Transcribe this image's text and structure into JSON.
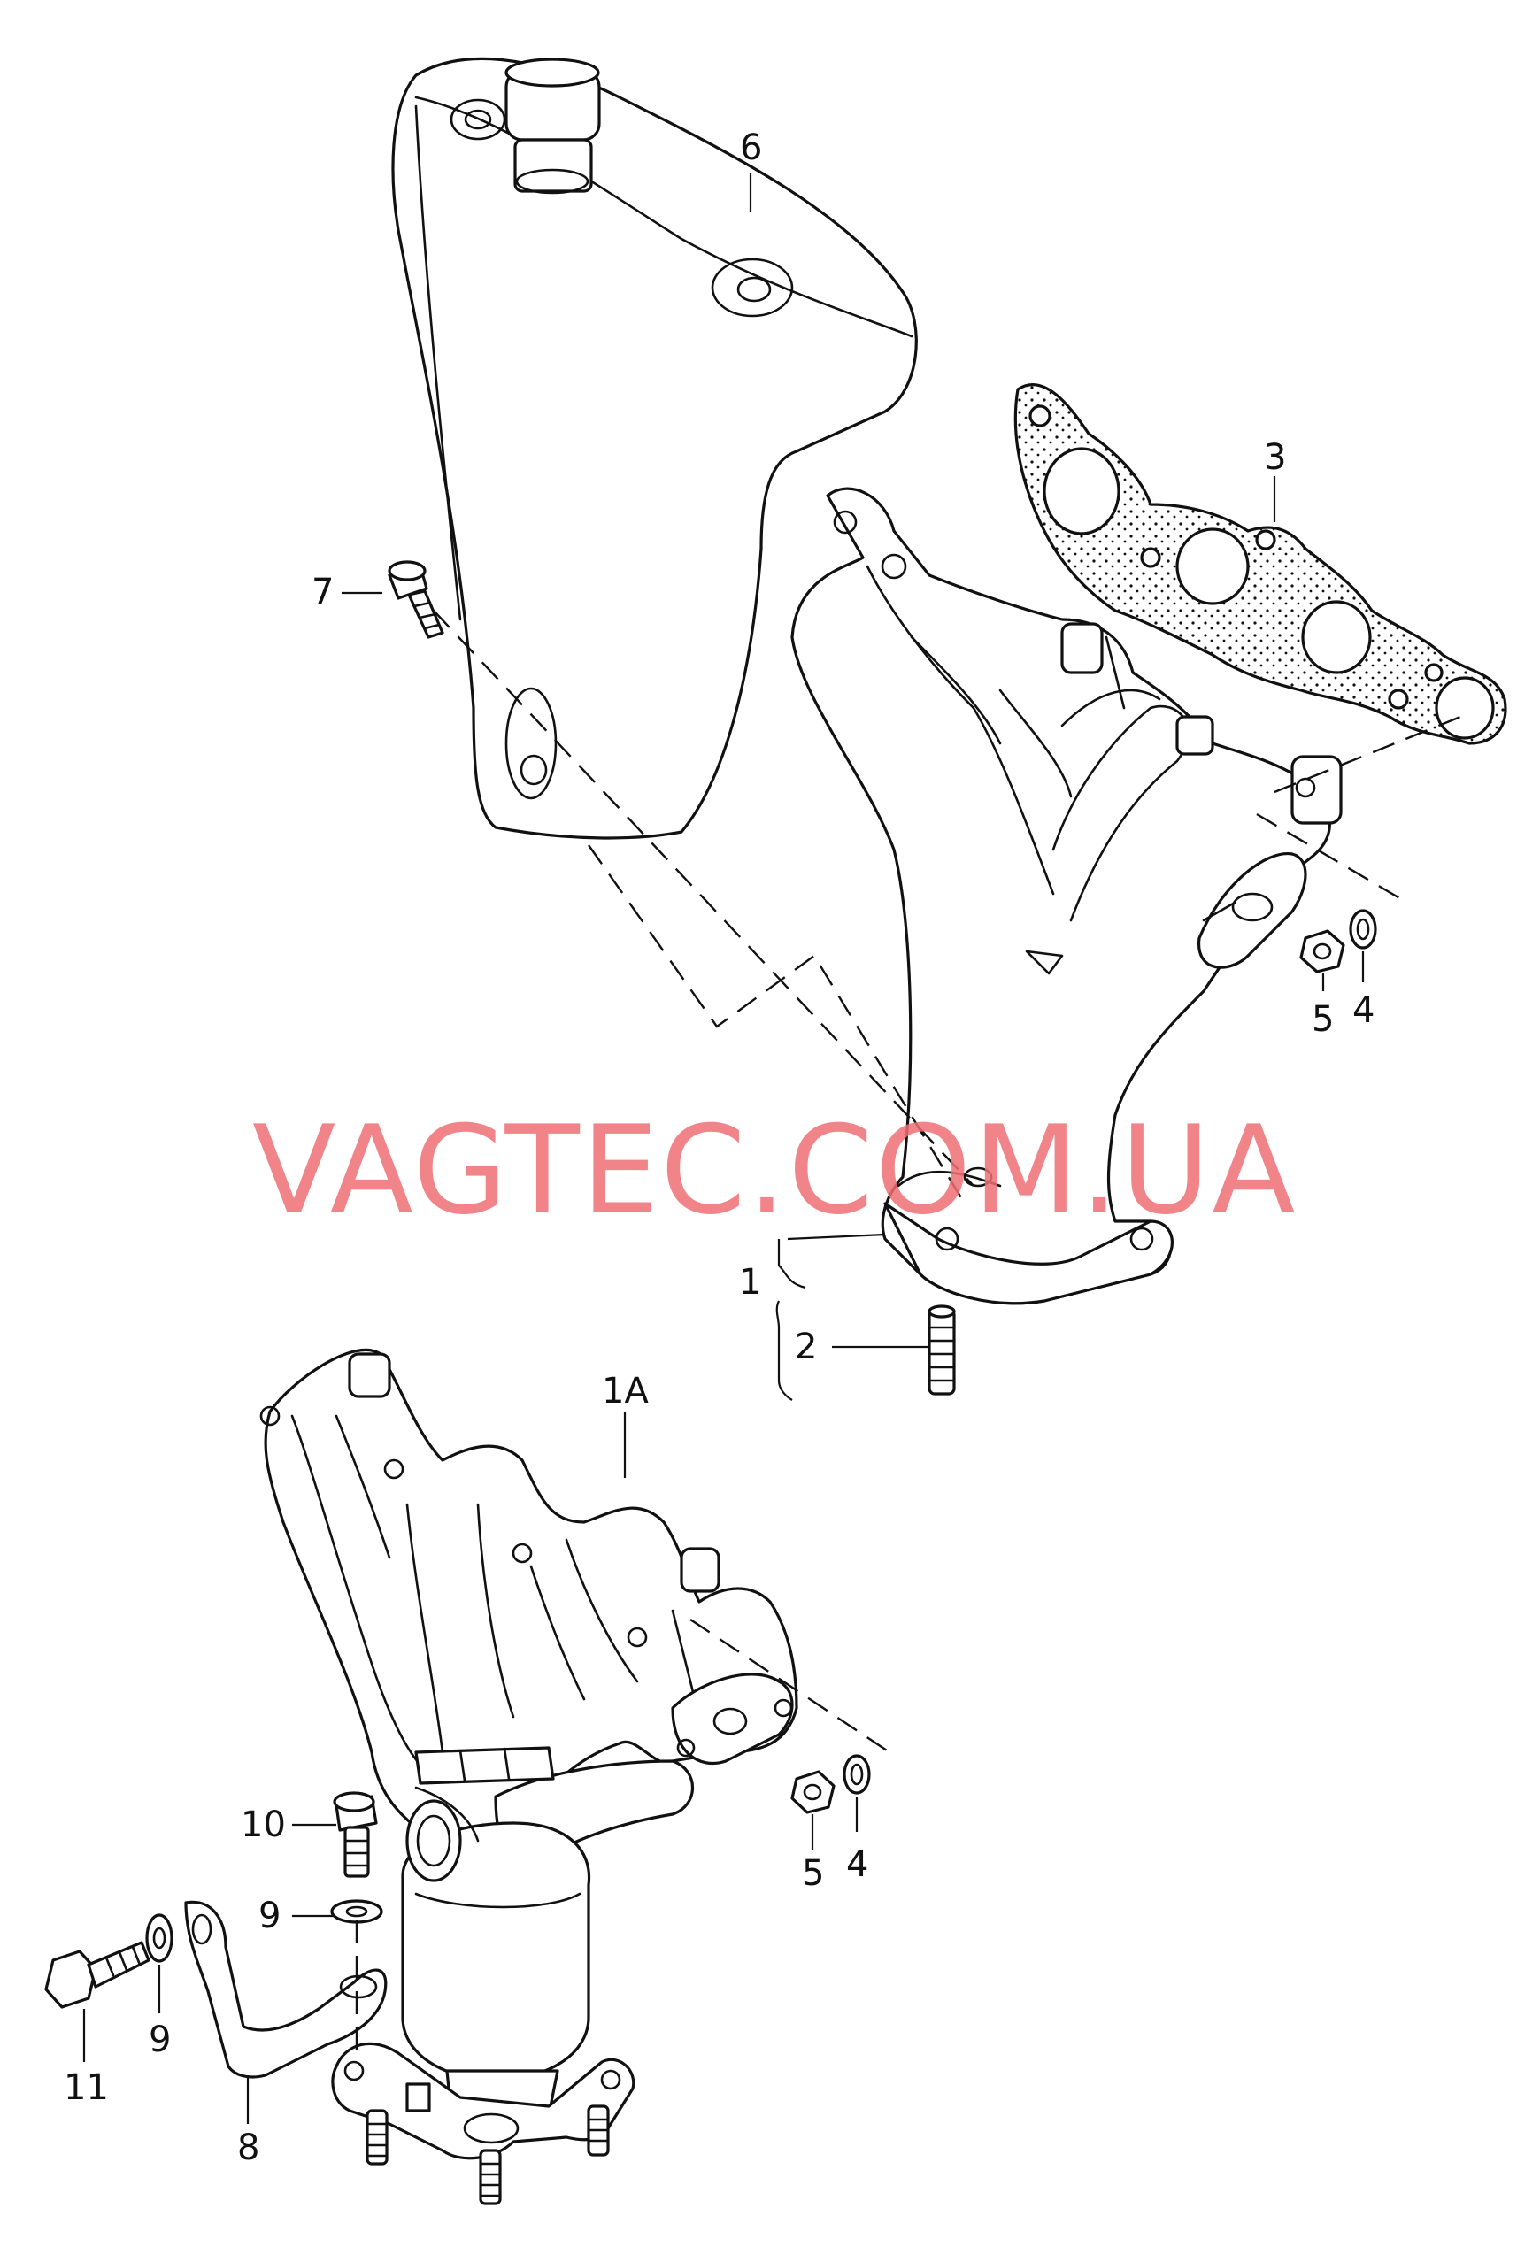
{
  "watermark": "VAGTEC.COM.UA",
  "callouts": {
    "c1": "1",
    "c1a": "1A",
    "c2": "2",
    "c3": "3",
    "c4_top": "4",
    "c5_top": "5",
    "c6": "6",
    "c7": "7",
    "c4_bottom": "4",
    "c5_bottom": "5",
    "c8": "8",
    "c9_top": "9",
    "c9_bottom": "9",
    "c10": "10",
    "c11": "11"
  },
  "colors": {
    "line": "#111111",
    "watermark": "#ef6f74",
    "background": "#ffffff"
  }
}
